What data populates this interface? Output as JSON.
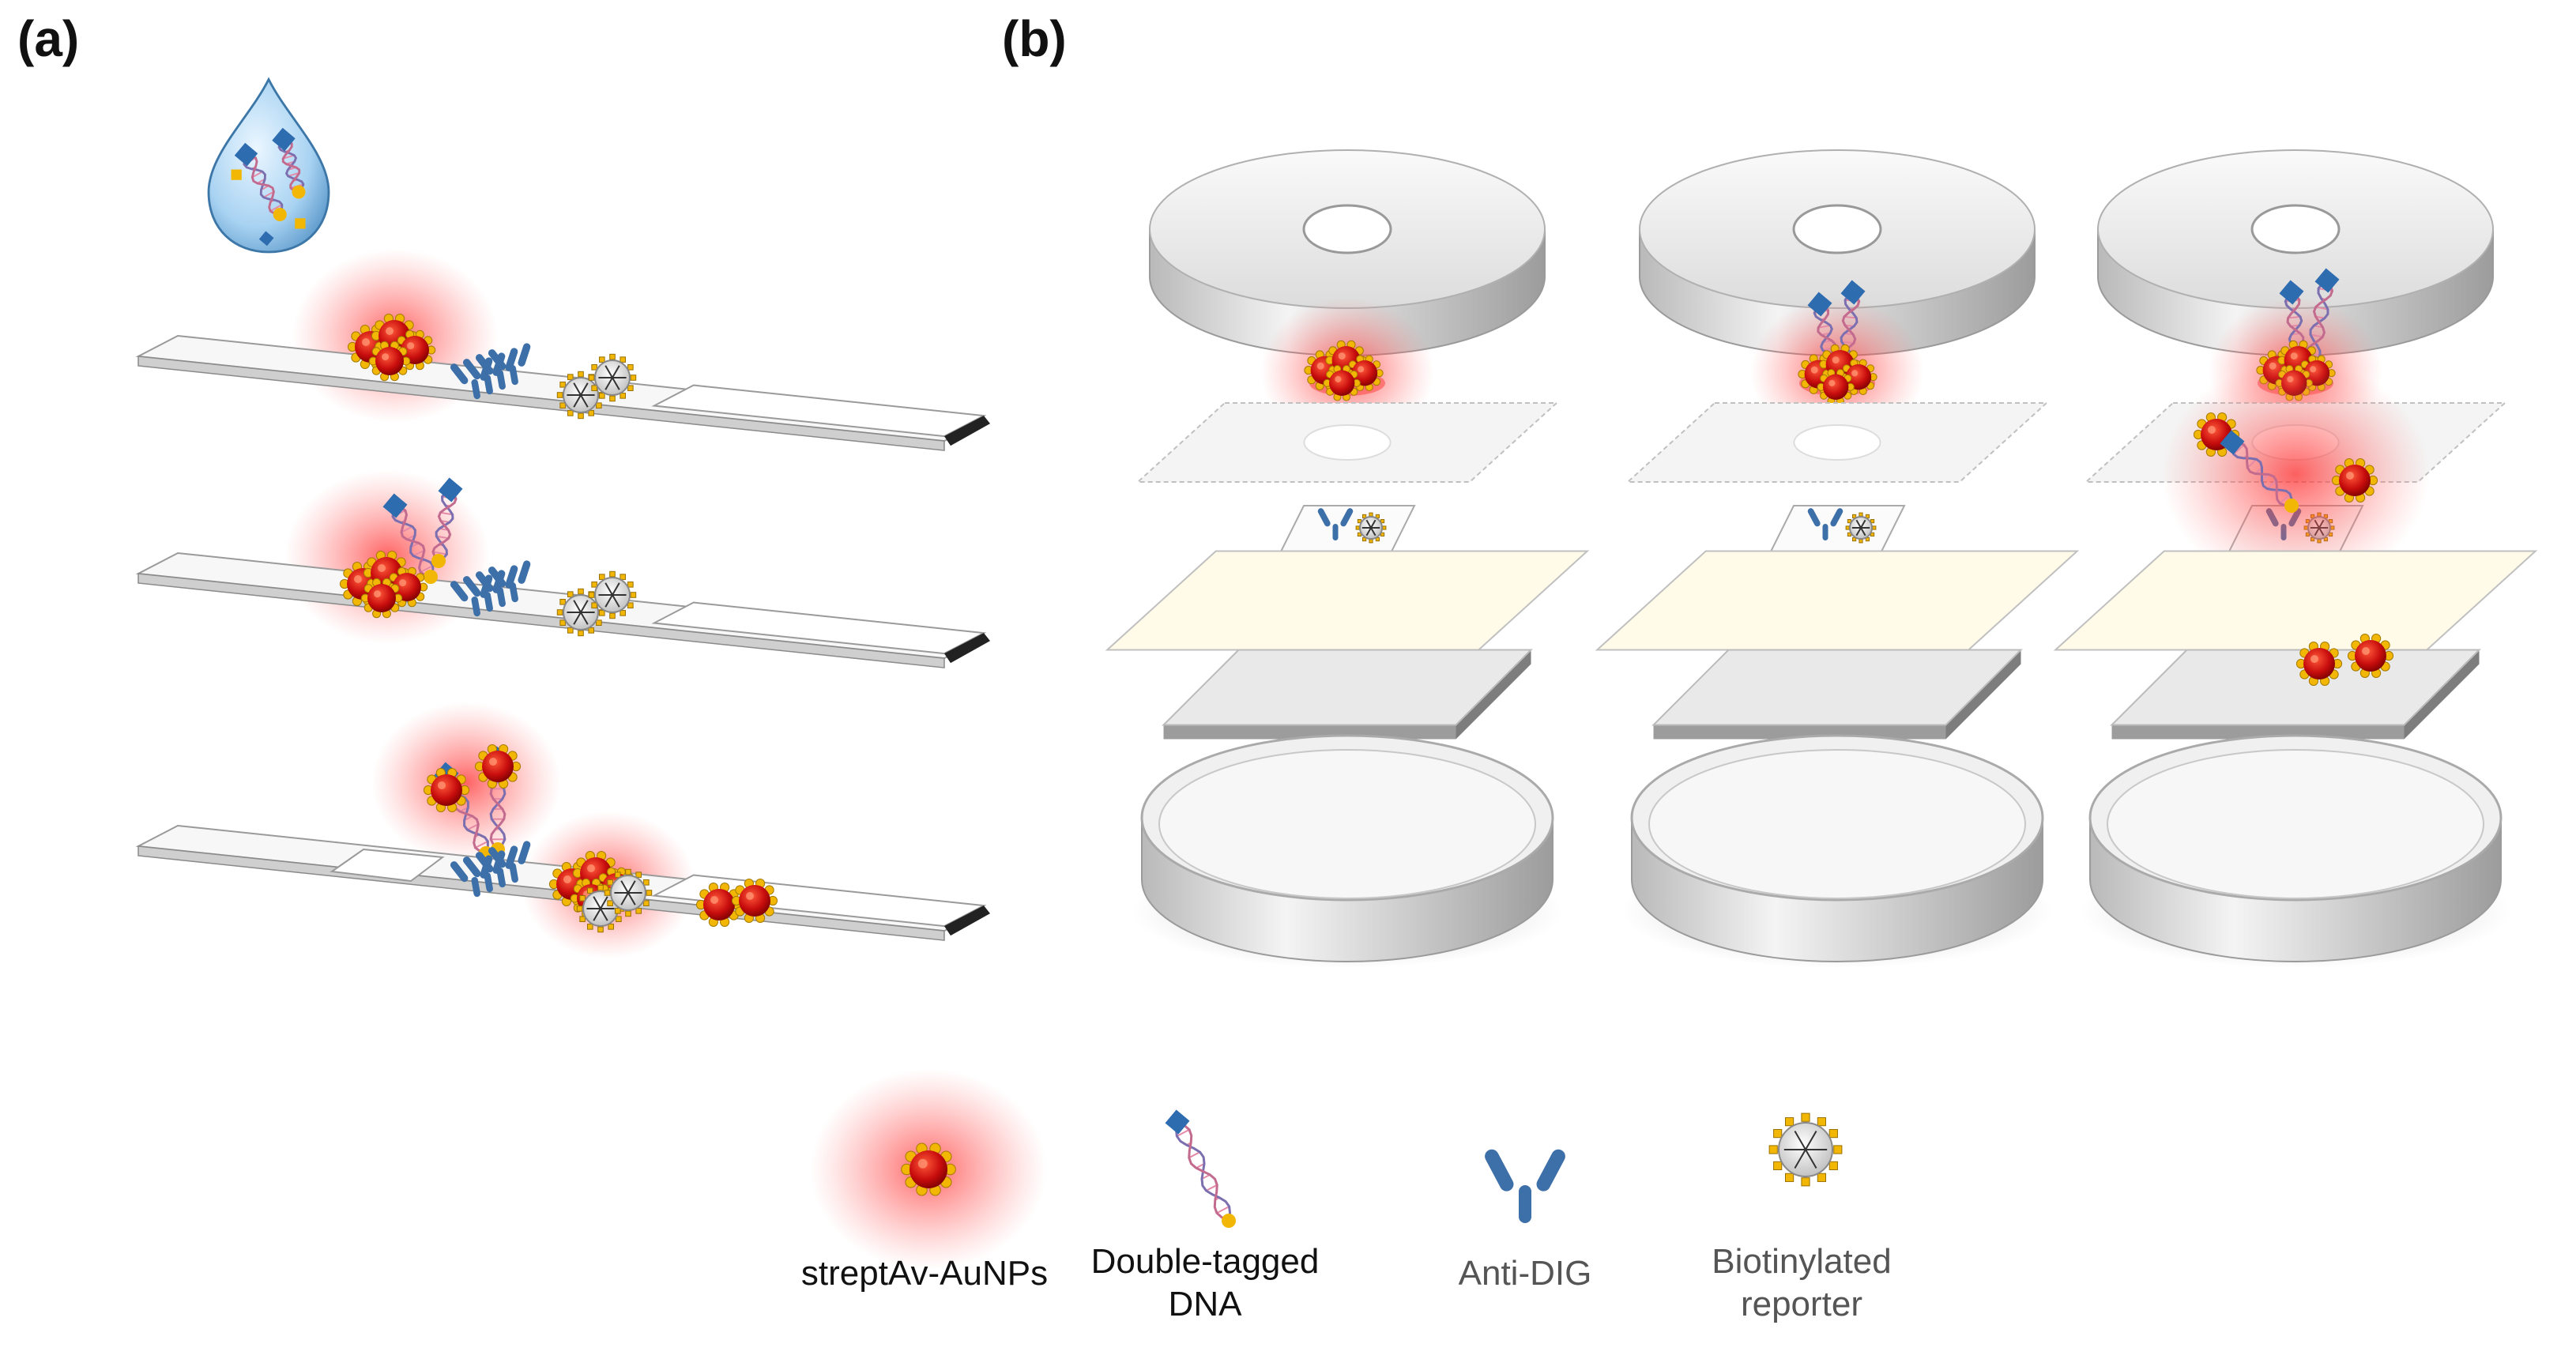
{
  "panels": [
    {
      "label": "(a)"
    },
    {
      "label": "(b)"
    }
  ],
  "legend": [
    {
      "icon": "streptavidin-gold-nanoparticle-icon",
      "lines": [
        "streptAv-AuNPs"
      ],
      "color": "#111111"
    },
    {
      "icon": "double-tagged-dna-icon",
      "lines": [
        "Double-tagged",
        "DNA"
      ],
      "color": "#111111"
    },
    {
      "icon": "anti-dig-antibody-icon",
      "lines": [
        "Anti-DIG"
      ],
      "color": "#555555"
    },
    {
      "icon": "biotinylated-reporter-icon",
      "lines": [
        "Biotinylated",
        "reporter"
      ],
      "color": "#555555"
    }
  ],
  "colors": {
    "glow": "#ff3b3b",
    "nanoparticle": "#d01010",
    "spike": "#f2b705",
    "antibody": "#3d6fa8",
    "dna_strand": "#7c6fb0",
    "tag": "#2e6cb0",
    "droplet": "#8fc3ea",
    "housing": "#d9d9d9",
    "conjugate_pad": "#fffbe8"
  }
}
